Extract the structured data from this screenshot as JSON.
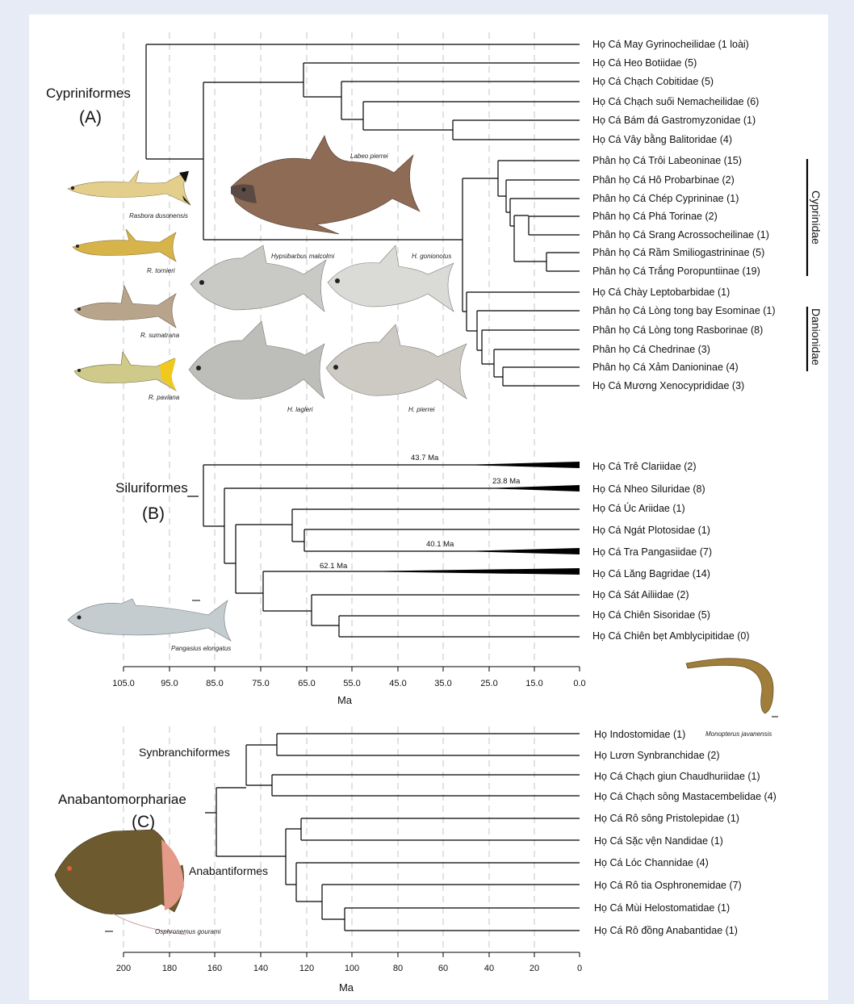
{
  "panels": [
    {
      "order": "Cypriniformes",
      "letter": "(A)",
      "taxa": [
        "Họ Cá May Gyrinocheilidae (1 loài)",
        "Họ Cá Heo Botiidae (5)",
        "Họ Cá Chạch Cobitidae (5)",
        "Họ Cá Chạch suối Nemacheilidae (6)",
        "Họ Cá Bám đá Gastromyzonidae (1)",
        "Họ Cá Vây bằng Balitoridae (4)",
        "Phân họ Cá Trôi Labeoninae (15)",
        "Phân họ Cá Hô Probarbinae (2)",
        "Phân họ Cá Chép Cyprininae (1)",
        "Phân họ Cá Phá Torinae (2)",
        "Phân họ Cá Srang Acrossocheilinae (1)",
        "Phân họ Cá Rầm Smiliogastrininae (5)",
        "Phân họ Cá Trắng Poropuntiinae (19)",
        "Họ Cá Chày Leptobarbidae (1)",
        "Phân họ Cá Lòng tong bay Esominae (1)",
        "Phân họ Cá Lòng tong Rasborinae (8)",
        "Phân họ Cá Chedrinae (3)",
        "Phân họ Cá Xảm Danioninae (4)",
        "Họ Cá Mương Xenocyprididae (3)"
      ],
      "groups": [
        "Cyprinidae",
        "Danionidae"
      ],
      "captions": [
        "Labeo pierrei",
        "Rasbora dusonensis",
        "R. tornieri",
        "R. sumatrana",
        "R. paviana",
        "Hypsibarbus malcolmi",
        "H. gonionotus",
        "H. lagleri",
        "H. pierrei"
      ]
    },
    {
      "order": "Siluriformes",
      "letter": "(B)",
      "taxa": [
        "Họ Cá Trê Clariidae (2)",
        "Họ Cá Nheo Siluridae (8)",
        "Họ Cá Úc Ariidae (1)",
        "Họ Cá Ngát Plotosidae (1)",
        "Họ Cá Tra Pangasiidae (7)",
        "Họ Cá Lăng Bagridae (14)",
        "Họ Cá Sát Ailiidae (2)",
        "Họ Cá Chiên Sisoridae (5)",
        "Họ Cá Chiên bẹt Amblycipitidae (0)"
      ],
      "ages": [
        "43.7 Ma",
        "23.8 Ma",
        "40.1 Ma",
        "62.1 Ma"
      ],
      "captions": [
        "Pangasius elongatus",
        "Monopterus javanensis"
      ],
      "axis_ticks": [
        "105.0",
        "95.0",
        "85.0",
        "75.0",
        "65.0",
        "55.0",
        "45.0",
        "35.0",
        "25.0",
        "15.0",
        "0.0"
      ],
      "axis_label": "Ma"
    },
    {
      "order": "Anabantomorphariae",
      "letter": "(C)",
      "suborders": [
        "Synbranchiformes",
        "Anabantiformes"
      ],
      "taxa": [
        "Họ Indostomidae (1)",
        "Họ Lươn Synbranchidae (2)",
        "Họ Cá Chạch giun Chaudhuriidae (1)",
        "Họ Cá Chạch sông Mastacembelidae (4)",
        "Họ Cá Rô sông Pristolepidae (1)",
        "Họ Cá Sặc vện Nandidae (1)",
        "Họ Cá Lóc Channidae (4)",
        "Họ Cá Rô tia Osphronemidae (7)",
        "Họ Cá Mùi Helostomatidae (1)",
        "Họ Cá Rô đồng Anabantidae (1)"
      ],
      "captions": [
        "Osphronemus gourami"
      ],
      "axis_ticks": [
        "200",
        "180",
        "160",
        "140",
        "120",
        "100",
        "80",
        "60",
        "40",
        "20",
        "0"
      ],
      "axis_label": "Ma"
    }
  ]
}
